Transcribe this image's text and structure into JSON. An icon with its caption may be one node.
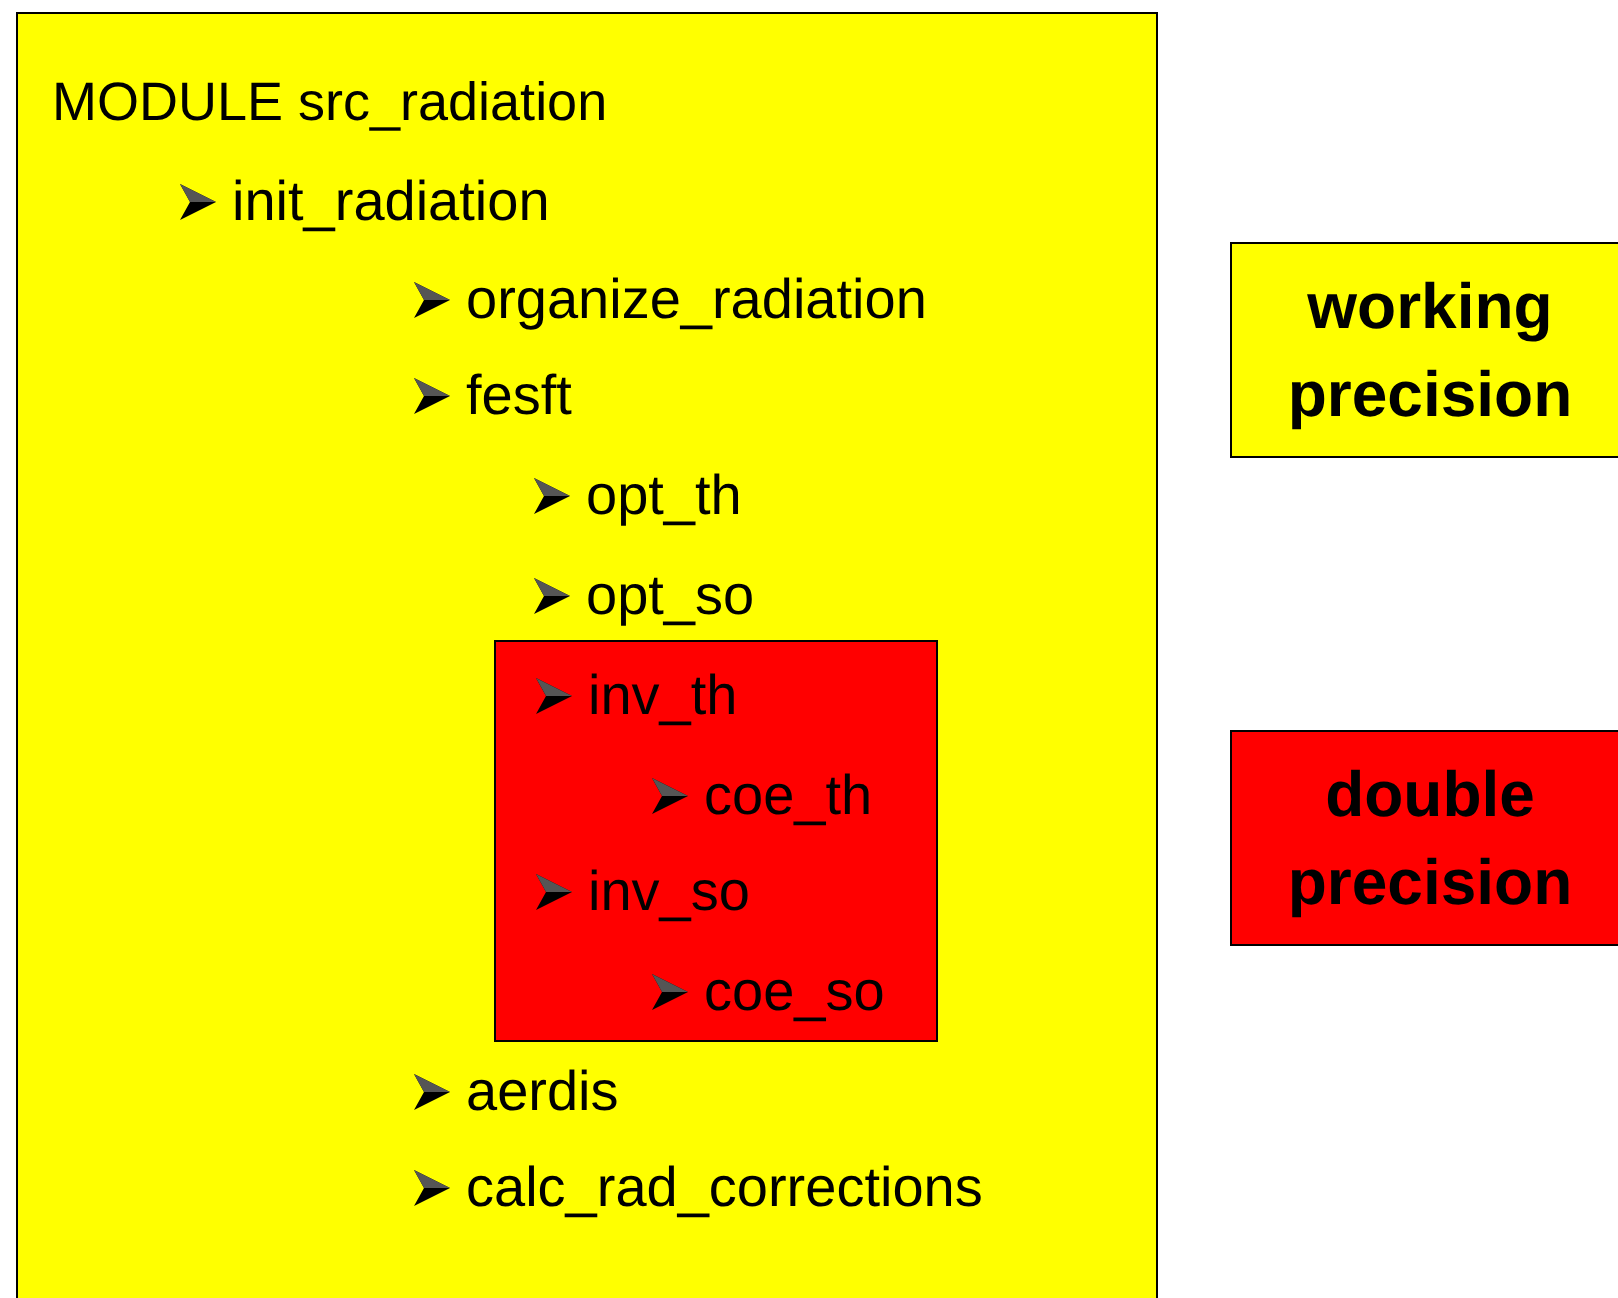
{
  "diagram": {
    "nodes": [
      {
        "text": [
          "MODULE src_radiation",
          "init_radiation",
          "organize_radiation",
          "fesft",
          "opt_th",
          "opt_so",
          "aerdis",
          "calc_rad_corrections"
        ]
      },
      {
        "text": [
          "inv_th",
          "coe_th",
          "inv_so",
          "coe_so"
        ],
        "in": 0
      }
    ],
    "legend": [
      {
        "text": "working precision",
        "color": "#ffff00"
      },
      {
        "text": "double precision",
        "color": "#ff0000"
      }
    ]
  }
}
